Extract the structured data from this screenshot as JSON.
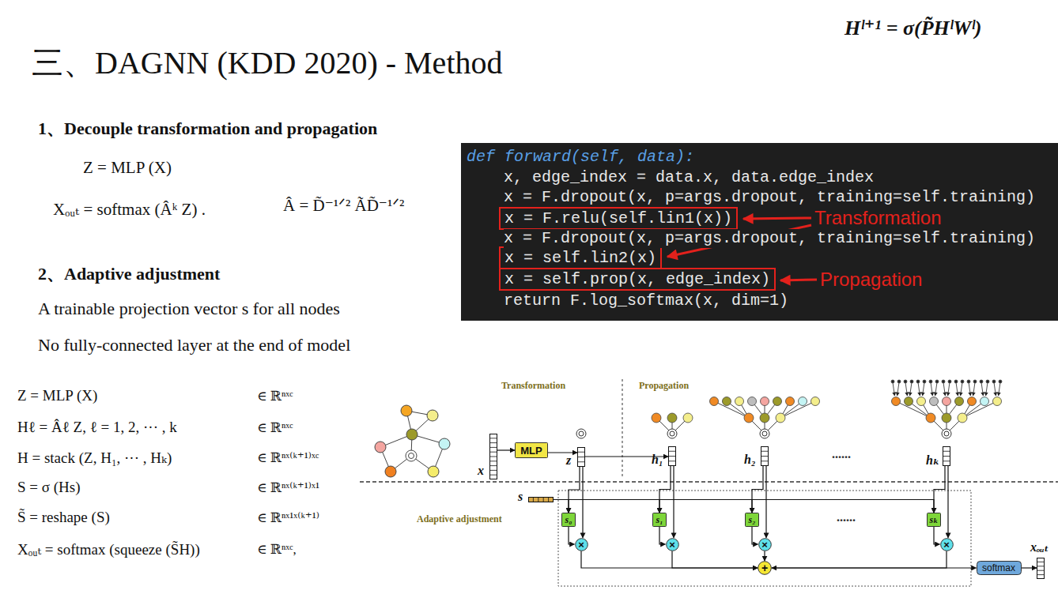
{
  "diagram": {
    "title": "三、DAGNN (KDD 2020) - Method",
    "nodes": [
      {
        "text": [
          "def forward(self, data):",
          "x, edge_index = data.x, data.edge_index",
          "x = F.dropout(x, p=args.dropout, training=self.training)",
          "x = F.dropout(x, p=args.dropout, training=self.training)",
          "return F.log_softmax(x, dim=1)"
        ]
      },
      {
        "text": [
          "x = F.relu(self.lin1(x))"
        ],
        "in": 0
      },
      {
        "text": [
          "x = self.lin2(x)"
        ],
        "in": 0
      },
      {
        "text": [
          "x = self.prop(x, edge_index)"
        ],
        "in": 0
      },
      {
        "text": [
          "x"
        ]
      },
      {
        "text": [
          "MLP"
        ]
      },
      {
        "text": [
          "z"
        ]
      },
      {
        "text": [
          "h₁"
        ]
      },
      {
        "text": [
          "h₂"
        ]
      },
      {
        "text": [
          "hₖ"
        ]
      },
      {
        "text": [
          "s"
        ]
      },
      {
        "text": [
          "s₀"
        ]
      },
      {
        "text": [
          "s₁"
        ]
      },
      {
        "text": [
          "s₂"
        ]
      },
      {
        "text": [
          "sₖ"
        ]
      },
      {
        "text": [
          "×"
        ]
      },
      {
        "text": [
          "×"
        ]
      },
      {
        "text": [
          "×"
        ]
      },
      {
        "text": [
          "×"
        ]
      },
      {
        "text": [
          "+"
        ]
      },
      {
        "text": [
          "softmax"
        ]
      },
      {
        "text": [
          "xₒᵤₜ"
        ]
      }
    ],
    "edges": [
      {
        "from": 4,
        "to": 5,
        "arrow": "to"
      },
      {
        "from": 5,
        "to": 6,
        "arrow": "to"
      },
      {
        "from": 6,
        "to": 7,
        "arrow": "to"
      },
      {
        "from": 6,
        "to": 11,
        "arrow": "to"
      },
      {
        "from": 11,
        "to": 15,
        "arrow": "to"
      },
      {
        "from": 6,
        "to": 15,
        "arrow": "to"
      },
      {
        "from": 7,
        "to": 12,
        "arrow": "to"
      },
      {
        "from": 12,
        "to": 16,
        "arrow": "to"
      },
      {
        "from": 7,
        "to": 16,
        "arrow": "to"
      },
      {
        "from": 8,
        "to": 13,
        "arrow": "to"
      },
      {
        "from": 13,
        "to": 17,
        "arrow": "to"
      },
      {
        "from": 8,
        "to": 17,
        "arrow": "to"
      },
      {
        "from": 9,
        "to": 14,
        "arrow": "to"
      },
      {
        "from": 14,
        "to": 18,
        "arrow": "to"
      },
      {
        "from": 9,
        "to": 18,
        "arrow": "to"
      },
      {
        "from": 10,
        "to": 11,
        "arrow": "to"
      },
      {
        "from": 10,
        "to": 12,
        "arrow": "to"
      },
      {
        "from": 10,
        "to": 13,
        "arrow": "to"
      },
      {
        "from": 10,
        "to": 14,
        "arrow": "to"
      },
      {
        "from": 15,
        "to": 19,
        "arrow": "to"
      },
      {
        "from": 16,
        "to": 19,
        "arrow": "to"
      },
      {
        "from": 17,
        "to": 19,
        "arrow": "to"
      },
      {
        "from": 18,
        "to": 19,
        "arrow": "to"
      },
      {
        "from": 19,
        "to": 20,
        "arrow": "to"
      },
      {
        "from": 20,
        "to": 21,
        "arrow": "to"
      }
    ],
    "labels": [
      "Hˡ⁺¹ = σ(P̃HˡWˡ)",
      "1、Decouple transformation and propagation",
      "Z = MLP (X)",
      "Xₒᵤₜ = softmax (Âᵏ Z) .",
      "Â = D̃⁻¹ᐟ² ÃD̃⁻¹ᐟ²",
      "2、Adaptive adjustment",
      "A trainable projection vector s for all nodes",
      "No fully-connected layer at the end of model",
      "Transformation",
      "Propagation",
      "Z = MLP (X)",
      "∈ ℝⁿˣᶜ",
      "Hℓ = Âℓ Z, ℓ = 1, 2, ··· , k",
      "∈ ℝⁿˣᶜ",
      "H = stack (Z, H₁, ··· , Hₖ)",
      "∈ ℝⁿˣ⁽ᵏ⁺¹⁾ˣᶜ",
      "S = σ (Hs)",
      "∈ ℝⁿˣ⁽ᵏ⁺¹⁾ˣ¹",
      "S̃ = reshape (S)",
      "∈ ℝⁿˣ¹ˣ⁽ᵏ⁺¹⁾",
      "Xₒᵤₜ = softmax (squeeze (S̃H))",
      "∈ ℝⁿˣᶜ,",
      "Transformation",
      "Propagation",
      "Adaptive adjustment",
      "......",
      "......"
    ]
  }
}
